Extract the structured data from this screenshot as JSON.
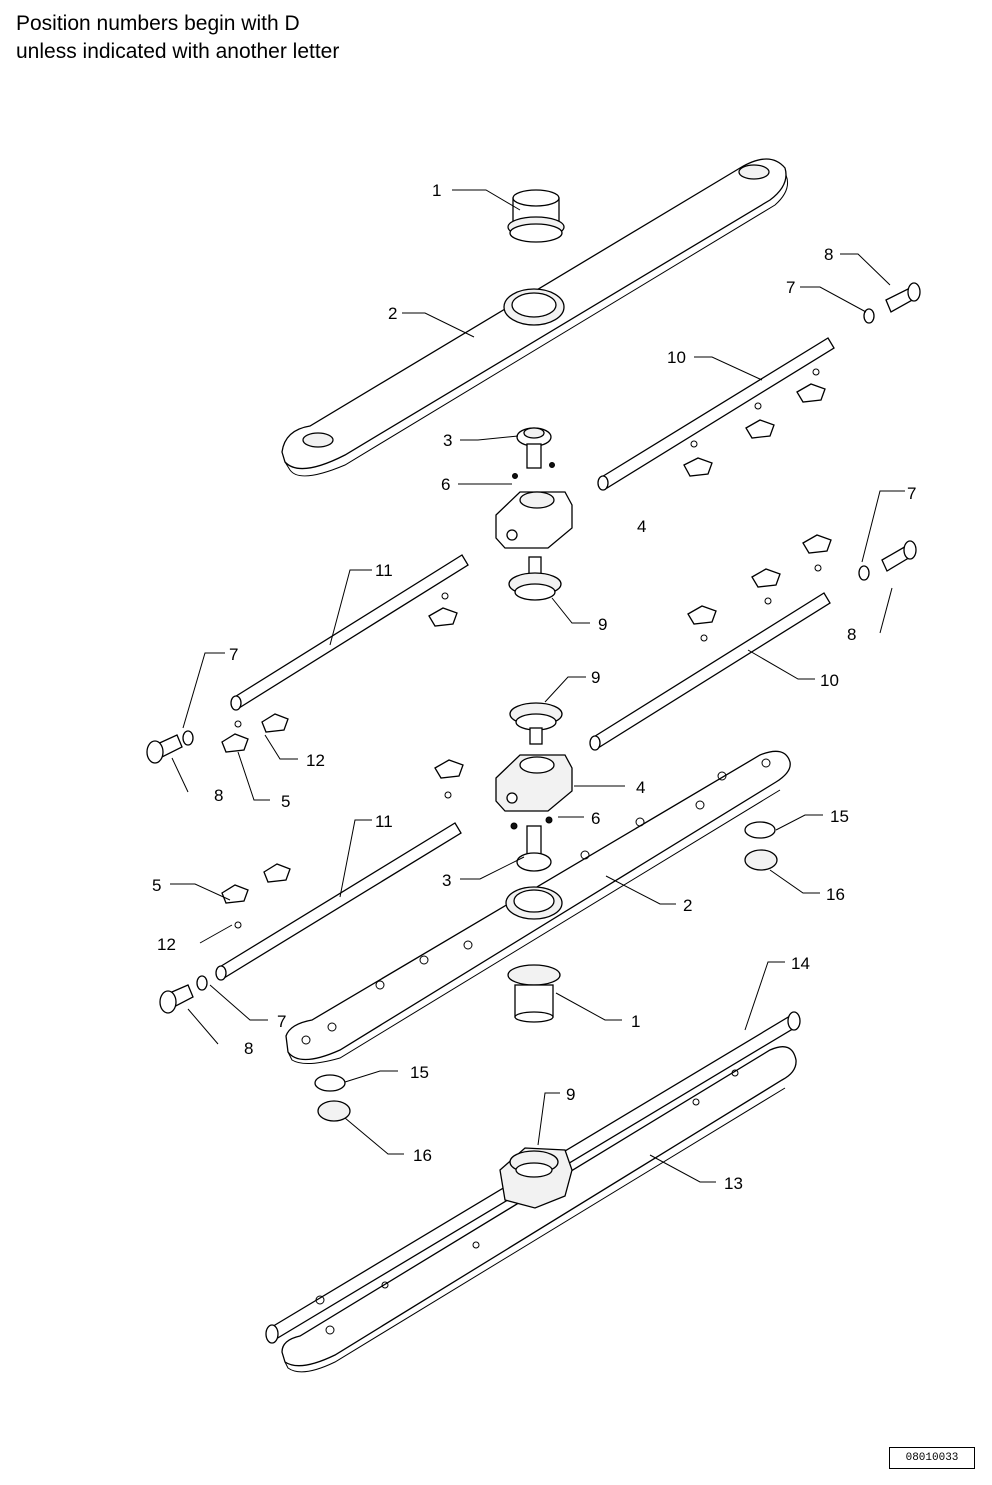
{
  "header": {
    "line1": "Position numbers begin with D",
    "line2": "unless indicated with another letter"
  },
  "drawing_ref": "08010033",
  "callouts": {
    "c1a": "1",
    "c2a": "2",
    "c3a": "3",
    "c6a": "6",
    "c4a": "4",
    "c8a": "8",
    "c7a": "7",
    "c10a": "10",
    "c7b": "7",
    "c8b": "8",
    "c11a": "11",
    "c9a": "9",
    "c7c": "7",
    "c8c": "8",
    "c12a": "12",
    "c5a": "5",
    "c10b": "10",
    "c9b": "9",
    "c4b": "4",
    "c6b": "6",
    "c11b": "11",
    "c3b": "3",
    "c2b": "2",
    "c15a": "15",
    "c16a": "16",
    "c5b": "5",
    "c12b": "12",
    "c7d": "7",
    "c8d": "8",
    "c1b": "1",
    "c15b": "15",
    "c16b": "16",
    "c14": "14",
    "c9c": "9",
    "c13": "13"
  }
}
